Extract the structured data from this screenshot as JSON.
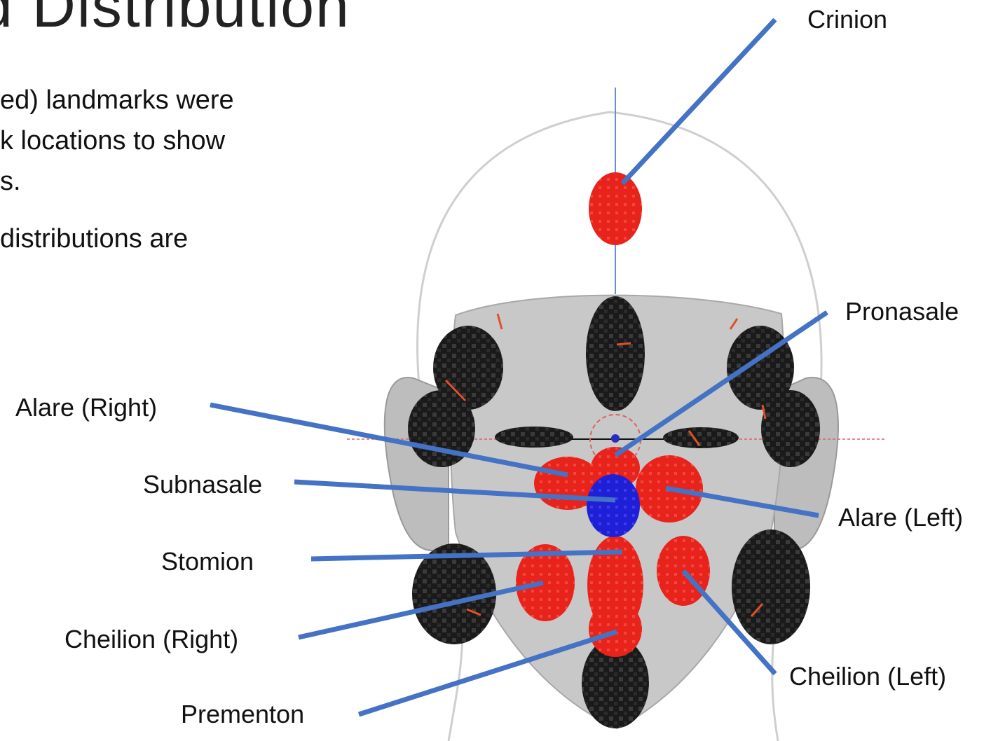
{
  "slide": {
    "title": "d Distribution",
    "body_lines": [
      "ed) landmarks were",
      "k locations to show",
      "s.",
      " distributions are"
    ]
  },
  "labels": {
    "crinion": "Crinion",
    "pronasale": "Pronasale",
    "alare_right": "Alare (Right)",
    "subnasale": "Subnasale",
    "alare_left": "Alare (Left)",
    "stomion": "Stomion",
    "cheilion_right": "Cheilion (Right)",
    "cheilion_left": "Cheilion (Left)",
    "prementon": "Prementon"
  },
  "colors": {
    "leader_line": "#4472C4",
    "manual_cluster": "#E8231B",
    "automatic_cluster": "#1A1A1A",
    "subnasale_cluster": "#1F1FD6",
    "face": "#C8C8C8",
    "head_outline": "#CFCFCF"
  }
}
